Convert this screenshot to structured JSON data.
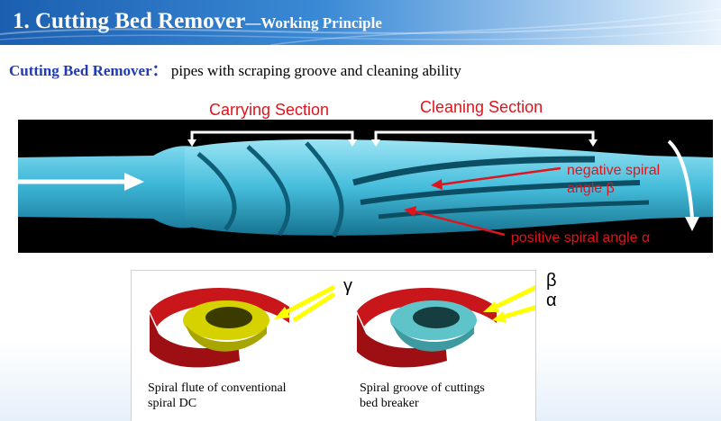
{
  "title": {
    "main": "1. Cutting Bed Remover",
    "sub": "—Working Principle"
  },
  "subtitle": {
    "label": "Cutting Bed Remover：",
    "text": " pipes with scraping groove and cleaning ability"
  },
  "sections": {
    "carrying": "Carrying Section",
    "cleaning": "Cleaning Section"
  },
  "photo_labels": {
    "negative_line1": "negative spiral",
    "negative_line2": "angle β",
    "positive": "positive spiral angle α"
  },
  "diagrams": {
    "left": {
      "caption_line1": "Spiral flute of conventional",
      "caption_line2": "spiral DC",
      "greek": "γ"
    },
    "right": {
      "caption_line1": "Spiral groove of cuttings",
      "caption_line2": "bed breaker",
      "greek_beta": "β",
      "greek_alpha": "α"
    }
  },
  "colors": {
    "label_red": "#e0141c",
    "title_blue": "#1f3bb5",
    "pipe": "#3fb8d8"
  }
}
